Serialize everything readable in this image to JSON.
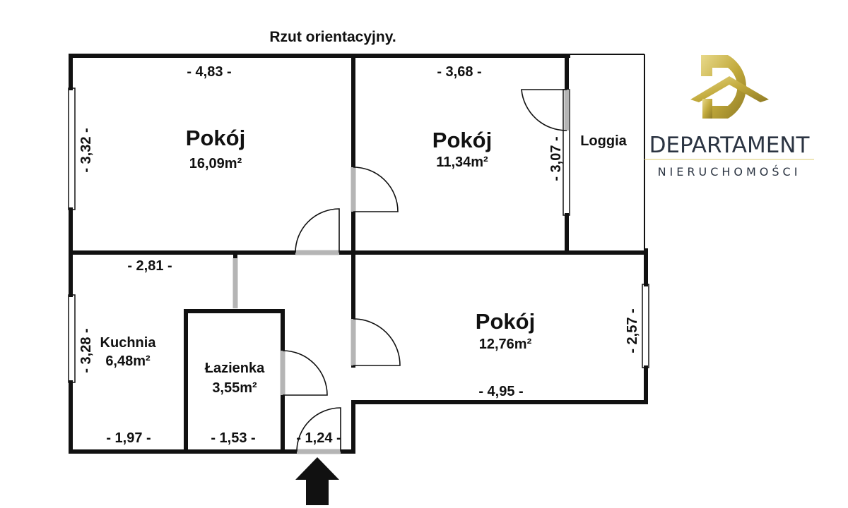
{
  "title": "Rzut orientacyjny.",
  "rooms": {
    "room1": {
      "name": "Pokój",
      "area": "16,09m²"
    },
    "room2": {
      "name": "Pokój",
      "area": "11,34m²"
    },
    "room3": {
      "name": "Pokój",
      "area": "12,76m²"
    },
    "kitchen": {
      "name": "Kuchnia",
      "area": "6,48m²"
    },
    "bathroom": {
      "name": "Łazienka",
      "area": "3,55m²"
    },
    "loggia": {
      "name": "Loggia"
    }
  },
  "dimensions": {
    "room1_width": "- 4,83 -",
    "room1_height": "- 3,32 -",
    "room2_width": "- 3,68 -",
    "room2_height": "- 3,07 -",
    "kitchen_top": "- 2,81 -",
    "kitchen_height": "- 3,28 -",
    "kitchen_bottom": "- 1,97 -",
    "bathroom_bottom": "- 1,53 -",
    "hall_bottom": "- 1,24 -",
    "room3_height": "- 2,57 -",
    "room3_width": "- 4,95 -"
  },
  "logo": {
    "name": "DEPARTAMENT",
    "tagline": "NIERUCHOMOŚCI",
    "icon": "house-d-logo-icon",
    "colors": {
      "gold": "#c9b24a",
      "dark": "#2b3442"
    }
  },
  "entrance": {
    "icon": "entrance-arrow-icon"
  }
}
